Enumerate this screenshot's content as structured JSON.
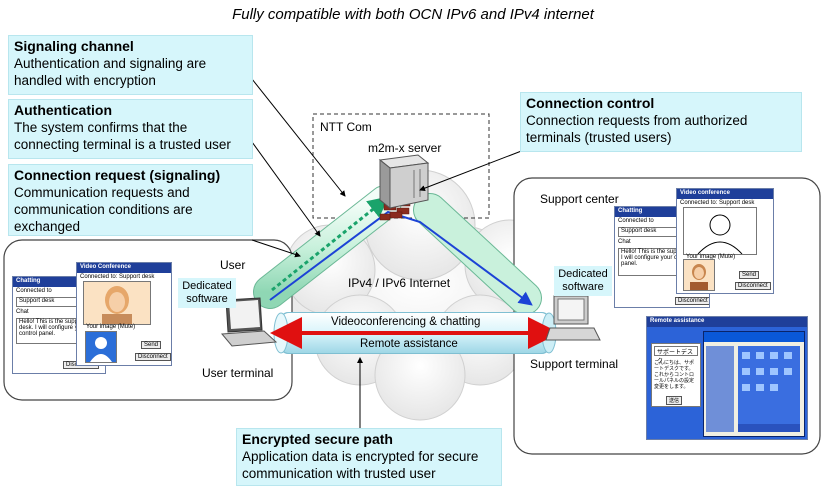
{
  "title": "Fully compatible with both OCN IPv6 and IPv4 internet",
  "callouts": {
    "signaling": {
      "title": "Signaling channel",
      "body": "Authentication and signaling are handled with encryption"
    },
    "authentication": {
      "title": "Authentication",
      "body": "The system confirms that the connecting terminal is a trusted user"
    },
    "connection_request": {
      "title": "Connection request (signaling)",
      "body": "Communication requests and communication conditions are exchanged"
    },
    "connection_control": {
      "title": "Connection control",
      "body": "Connection requests from authorized terminals (trusted users)"
    },
    "secure_path": {
      "title": "Encrypted secure path",
      "body": "Application data is encrypted for secure communication with trusted user"
    }
  },
  "labels": {
    "ntt_com": "NTT Com",
    "server": "m2m-x server",
    "internet": "IPv4 / IPv6 Internet",
    "user": "User",
    "user_terminal": "User terminal",
    "support_center": "Support center",
    "support_terminal": "Support terminal",
    "dedicated_software": "Dedicated software",
    "video_chat": "Videoconferencing & chatting",
    "remote_assist": "Remote assistance"
  },
  "user_apps": {
    "chat_title": "Chatting",
    "connected_to": "Connected to",
    "desk": "Support desk",
    "chat_label": "Chat",
    "chat_text": "Hello! This is the support desk. I will configure your control panel.",
    "video_title": "Video Conference",
    "video_connected": "Connected to: Support desk",
    "your_image": "Your image (Mute)",
    "send": "Send",
    "disconnect": "Disconnect"
  },
  "support_apps": {
    "chat_title": "Chatting",
    "connected_to": "Connected to",
    "desk": "Support desk",
    "chat_label": "Chat",
    "chat_text": "Hello! This is the support desk. I will configure your control panel.",
    "video_title": "Video conference",
    "video_connected": "Connected to: Support desk",
    "your_image": "Your image (Mute)",
    "send": "Send",
    "disconnect": "Disconnect",
    "remote_title": "Remote assistance",
    "remote_field": "サポートデスク",
    "remote_text": "こんにちは、サポートデスクです。これからコントロールパネルの設定変更をします。",
    "remote_send": "送信"
  },
  "colors": {
    "callout_bg": "#d6f6fb",
    "tube": "#c9f1dc",
    "signal_arrow": "#1aa36b",
    "path_arrow": "#1c43d6",
    "red_arrow": "#e01010",
    "window_title": "#1f3f9a",
    "xp_blue": "#2c63d8"
  }
}
